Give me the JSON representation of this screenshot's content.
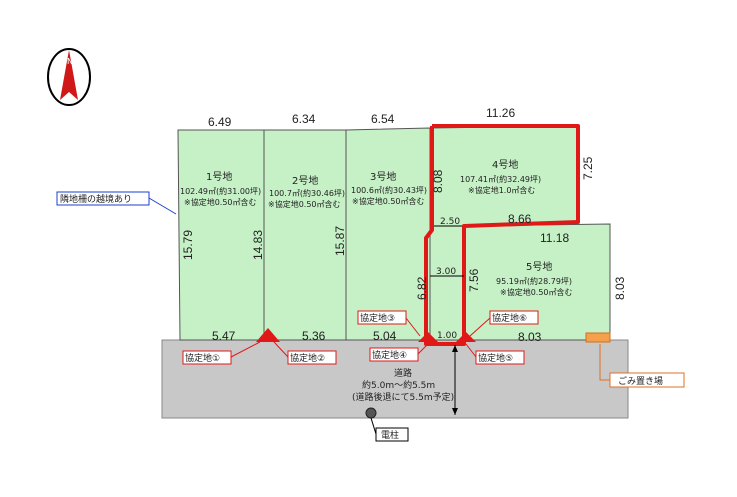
{
  "compass": {
    "north_label": "N"
  },
  "lots": [
    {
      "name": "1号地",
      "area": "102.49㎡(約31.00坪)",
      "note": "※協定地0.50㎡含む"
    },
    {
      "name": "2号地",
      "area": "100.7㎡(約30.46坪)",
      "note": "※協定地0.50㎡含む"
    },
    {
      "name": "3号地",
      "area": "100.6㎡(約30.43坪)",
      "note": "※協定地0.50㎡含む"
    },
    {
      "name": "4号地",
      "area": "107.41㎡(約32.49坪)",
      "note": "※協定地1.0㎡含む"
    },
    {
      "name": "5号地",
      "area": "95.19㎡(約28.79坪)",
      "note": "※協定地0.50㎡含む"
    }
  ],
  "dimensions": {
    "top_1": "6.49",
    "top_2": "6.34",
    "top_3": "6.54",
    "top_4": "11.26",
    "bottom_1": "5.47",
    "bottom_2": "5.36",
    "bottom_3": "5.04",
    "bottom_5": "8.03",
    "side_15_79": "15.79",
    "side_14_83": "14.83",
    "side_15_87": "15.87",
    "side_8_08": "8.08",
    "side_7_25": "7.25",
    "side_8_66": "8.66",
    "side_2_50": "2.50",
    "side_11_18": "11.18",
    "side_8_03": "8.03",
    "side_6_82": "6.82",
    "side_3_00": "3.00",
    "side_7_56": "7.56",
    "side_1_00": "1.00"
  },
  "labels": {
    "neighbor_fence": "隣地柵の越境あり",
    "agreement_1": "協定地①",
    "agreement_2": "協定地②",
    "agreement_3": "協定地③",
    "agreement_4": "協定地④",
    "agreement_5": "協定地⑤",
    "agreement_6": "協定地⑥",
    "garbage": "ごみ置き場",
    "road_line1": "道路",
    "road_line2": "約5.0m～約5.5m",
    "road_line3": "(道路後退にて5.5m予定)",
    "pole": "電柱"
  },
  "colors": {
    "lot_fill": "#c6f0c6",
    "road_fill": "#c8c8c8",
    "highlight": "#e01818",
    "garbage_fill": "#f5a04a"
  }
}
